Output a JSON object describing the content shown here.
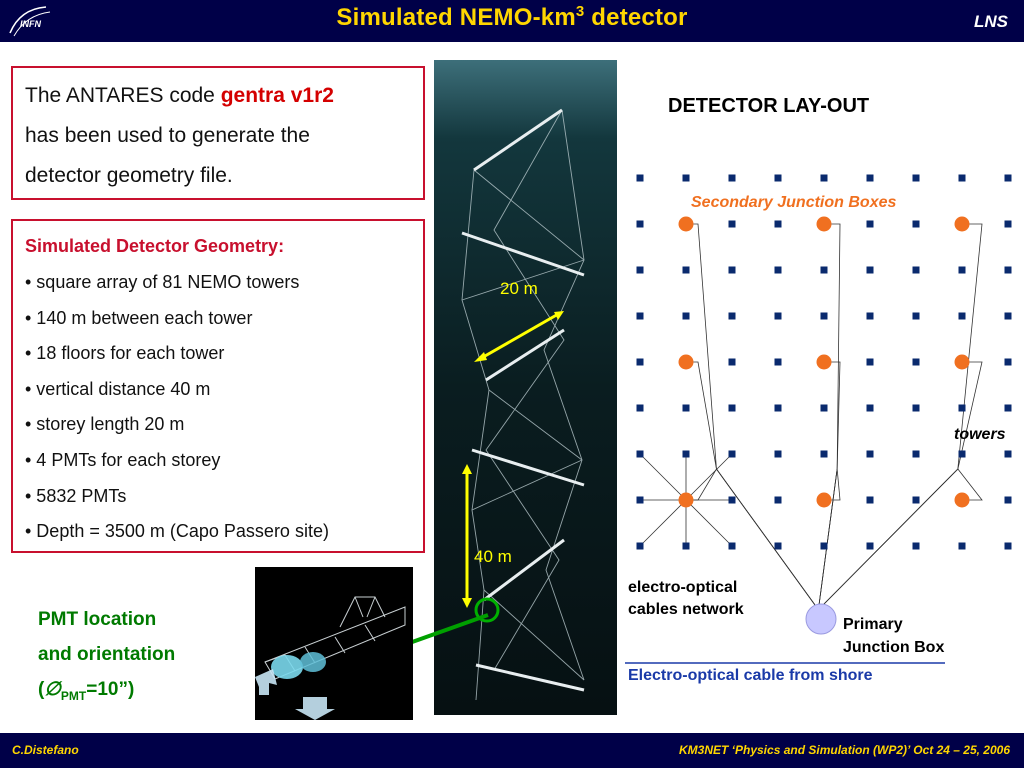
{
  "header": {
    "title": "Simulated NEMO-km",
    "title_sup": "3",
    "title_rest": " detector",
    "logo_text": "INFN",
    "lab": "LNS"
  },
  "footer": {
    "author": "C.Distefano",
    "conference": "KM3NET ‘Physics and Simulation (WP2)’ Oct 24 – 25, 2006"
  },
  "intro": {
    "line1_a": "The ANTARES code ",
    "line1_b": "gentra v1r2",
    "line2": "has been used to generate the",
    "line3": "detector geometry file."
  },
  "geometry": {
    "heading": "Simulated Detector Geometry:",
    "items": [
      "• square array of  81 NEMO towers",
      "• 140 m between each tower",
      "• 18 floors for each tower",
      "• vertical distance 40 m",
      "• storey length 20 m",
      "• 4 PMTs for each storey",
      "• 5832  PMTs",
      "• Depth = 3500 m (Capo Passero site)"
    ]
  },
  "tower_figure": {
    "label_storey": "20 m",
    "label_vertical": "40 m"
  },
  "pmt": {
    "line1": "PMT location",
    "line2": "and orientation",
    "line3_a": "(",
    "line3_sym": "∅",
    "line3_sub": "PMT",
    "line3_b": "=10”)"
  },
  "layout_figure": {
    "title": "DETECTOR LAY-OUT",
    "secondary_label": "Secondary Junction Boxes",
    "towers_label": "towers",
    "network_label_1": "electro-optical",
    "network_label_2": "cables network",
    "primary_label_1": "Primary",
    "primary_label_2": "Junction Box",
    "shore_label": "Electro-optical cable from shore",
    "grid_columns": 9,
    "grid_rows": 9,
    "colors": {
      "tower": "#0a2a6e",
      "secondary_jb": "#f07020",
      "secondary_label": "#f07020",
      "primary_jb": "#c8c8ff",
      "shore_label": "#1a3aa8"
    }
  }
}
